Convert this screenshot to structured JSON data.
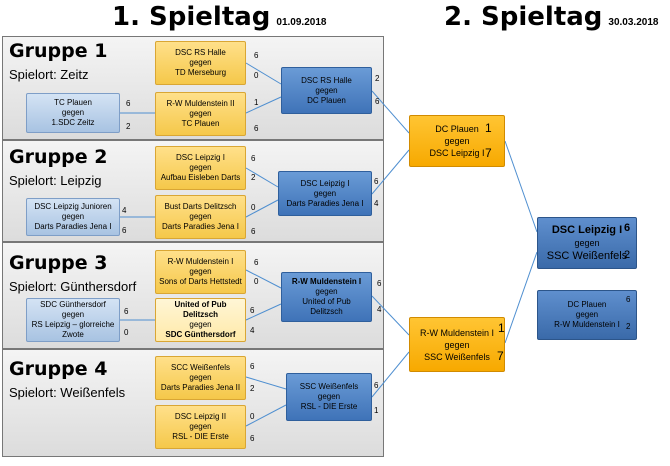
{
  "headers": {
    "day1": {
      "title": "1. Spieltag",
      "date": "01.09.2018"
    },
    "day2": {
      "title": "2. Spieltag",
      "date": "30.03.2018"
    }
  },
  "groups": [
    {
      "name": "Gruppe 1",
      "venue": "Spielort: Zeitz",
      "seed": {
        "lines": [
          "TC Plauen",
          "gegen",
          "1.SDC Zeitz"
        ],
        "scores": [
          "6",
          "2"
        ]
      },
      "m1": {
        "lines": [
          "DSC RS Halle",
          "gegen",
          "TD Merseburg"
        ],
        "scores": [
          "6",
          "0"
        ]
      },
      "m2": {
        "lines": [
          "R-W Muldenstein II",
          "gegen",
          "TC Plauen"
        ],
        "scores": [
          "1",
          "6"
        ]
      },
      "final": {
        "lines": [
          "DSC RS Halle",
          "gegen",
          "DC Plauen"
        ],
        "scores": [
          "2",
          "6"
        ]
      }
    },
    {
      "name": "Gruppe 2",
      "venue": "Spielort: Leipzig",
      "seed": {
        "lines": [
          "DSC Leipzig Junioren",
          "gegen",
          "Darts Paradies Jena I"
        ],
        "scores": [
          "4",
          "6"
        ]
      },
      "m1": {
        "lines": [
          "DSC Leipzig I",
          "gegen",
          "Aufbau Eisleben Darts"
        ],
        "scores": [
          "6",
          "2"
        ]
      },
      "m2": {
        "lines": [
          "Bust Darts Delitzsch",
          "gegen",
          "Darts Paradies Jena I"
        ],
        "scores": [
          "0",
          "6"
        ]
      },
      "final": {
        "lines": [
          "DSC Leipzig I",
          "gegen",
          "Darts Paradies Jena I"
        ],
        "scores": [
          "6",
          "4"
        ]
      }
    },
    {
      "name": "Gruppe 3",
      "venue": "Spielort: Günthersdorf",
      "seed": {
        "lines": [
          "SDC Günthersdorf",
          "gegen",
          "RS Leipzig – glorreiche",
          "Zwote"
        ],
        "scores": [
          "6",
          "0"
        ]
      },
      "m1": {
        "lines": [
          "R-W Muldenstein I",
          "gegen",
          "Sons of Darts Hettstedt"
        ],
        "scores": [
          "6",
          "0"
        ]
      },
      "m2": {
        "lines": [
          "United of Pub Delitzsch",
          "gegen",
          "SDC Günthersdorf"
        ],
        "scores": [
          "6",
          "4"
        ]
      },
      "final": {
        "lines": [
          "R-W Muldenstein I",
          "gegen",
          "United of Pub",
          "Delitzsch"
        ],
        "scores": [
          "6",
          "4"
        ]
      }
    },
    {
      "name": "Gruppe 4",
      "venue": "Spielort: Weißenfels",
      "m1": {
        "lines": [
          "SCC Weißenfels",
          "gegen",
          "Darts Paradies Jena II"
        ],
        "scores": [
          "6",
          "2"
        ]
      },
      "m2": {
        "lines": [
          "DSC Leipzig II",
          "gegen",
          "RSL - DIE Erste"
        ],
        "scores": [
          "0",
          "6"
        ]
      },
      "final": {
        "lines": [
          "SSC Weißenfels",
          "gegen",
          "RSL - DIE Erste"
        ],
        "scores": [
          "6",
          "1"
        ]
      }
    }
  ],
  "semis": [
    {
      "lines": [
        "DC Plauen",
        "gegen",
        "DSC Leipzig I"
      ],
      "scores": [
        "1",
        "7"
      ]
    },
    {
      "lines": [
        "R-W Muldenstein I",
        "gegen",
        "SSC Weißenfels"
      ],
      "scores": [
        "1",
        "7"
      ]
    }
  ],
  "final": {
    "lines": [
      "DSC Leipzig I",
      "gegen",
      "SSC Weißenfels"
    ],
    "scores": [
      "6",
      "2"
    ]
  },
  "third_place": {
    "lines": [
      "DC Plauen",
      "gegen",
      "R-W Muldenstein I"
    ],
    "scores": [
      "6",
      "2"
    ]
  }
}
